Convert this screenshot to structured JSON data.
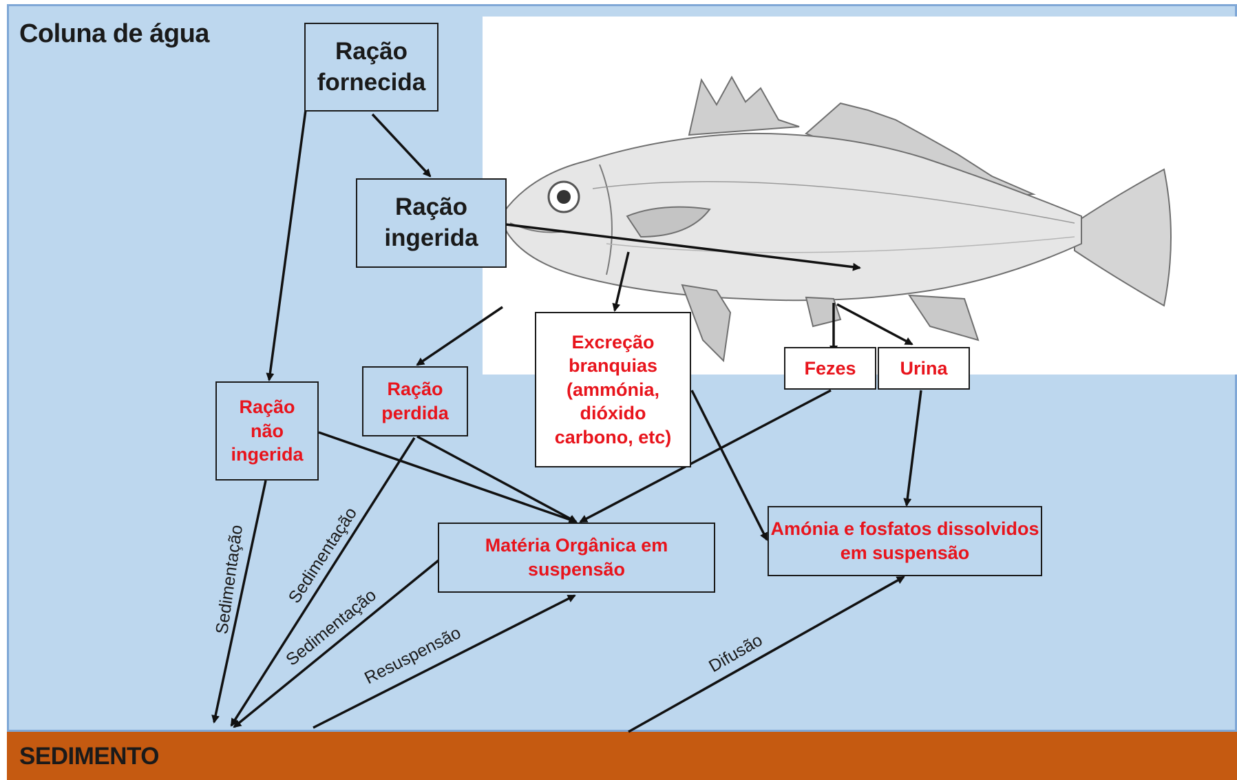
{
  "regions": {
    "water_label": "Coluna de água",
    "sediment_label": "SEDIMENTO"
  },
  "nodes": {
    "racao_fornecida": "Ração\nfornecida",
    "racao_ingerida": "Ração\ningerida",
    "racao_nao_ingerida": "Ração\nnão\ningerida",
    "racao_perdida": "Ração\nperdida",
    "excrecao": "Excreção\nbranquias\n(ammónia,\ndióxido\ncarbono, etc)",
    "fezes": "Fezes",
    "urina": "Urina",
    "materia_organica": "Matéria Orgânica em\nsuspensão",
    "amonia": "Amónia  e fosfatos dissolvidos\nem suspensão"
  },
  "edge_labels": {
    "sed1": "Sedimentação",
    "sed2": "Sedimentação",
    "sed3": "Sedimentação",
    "resuspensao": "Resuspensão",
    "difusao": "Difusão"
  },
  "colors": {
    "water": "#bdd7ee",
    "sediment": "#c55a11",
    "output_text": "#e8141c",
    "input_text": "#1a1a1a"
  }
}
